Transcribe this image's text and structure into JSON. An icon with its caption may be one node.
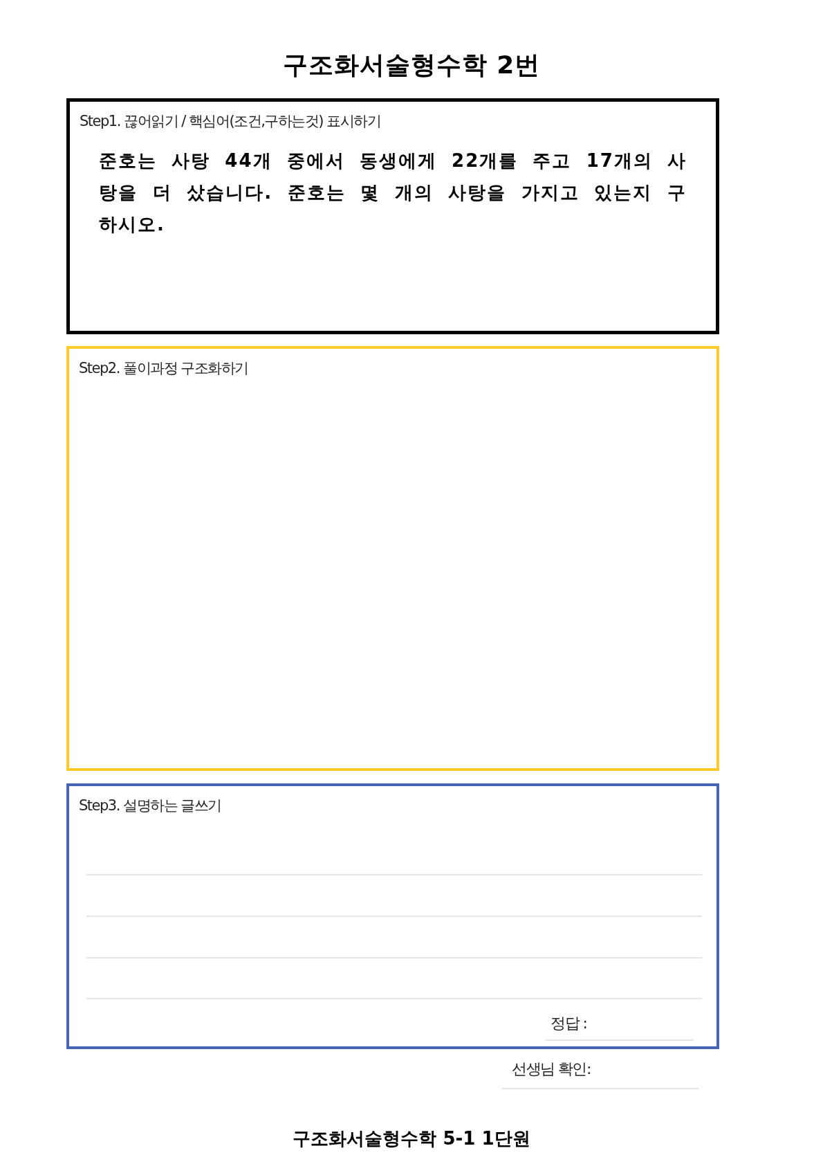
{
  "diagram": {
    "title": "구조화서술형수학 2번",
    "caption": "구조화서술형수학 5-1 1단원",
    "nodes": [
      {
        "text": [
          "Step1. 끊어읽기 / 핵심어(조건,구하는것) 표시하기",
          "준호는 사탕 44개 중에서 동생에게 22개를 주고 17개의 사탕을 더 샀습니다. 준호는 몇 개의 사탕을 가지고 있는지 구하시오."
        ]
      },
      {
        "text": [
          "Step2. 풀이과정 구조화하기"
        ]
      },
      {
        "text": [
          "Step3. 설명하는 글쓰기",
          "정답 :"
        ]
      }
    ],
    "labels": [
      "선생님 확인:"
    ]
  }
}
